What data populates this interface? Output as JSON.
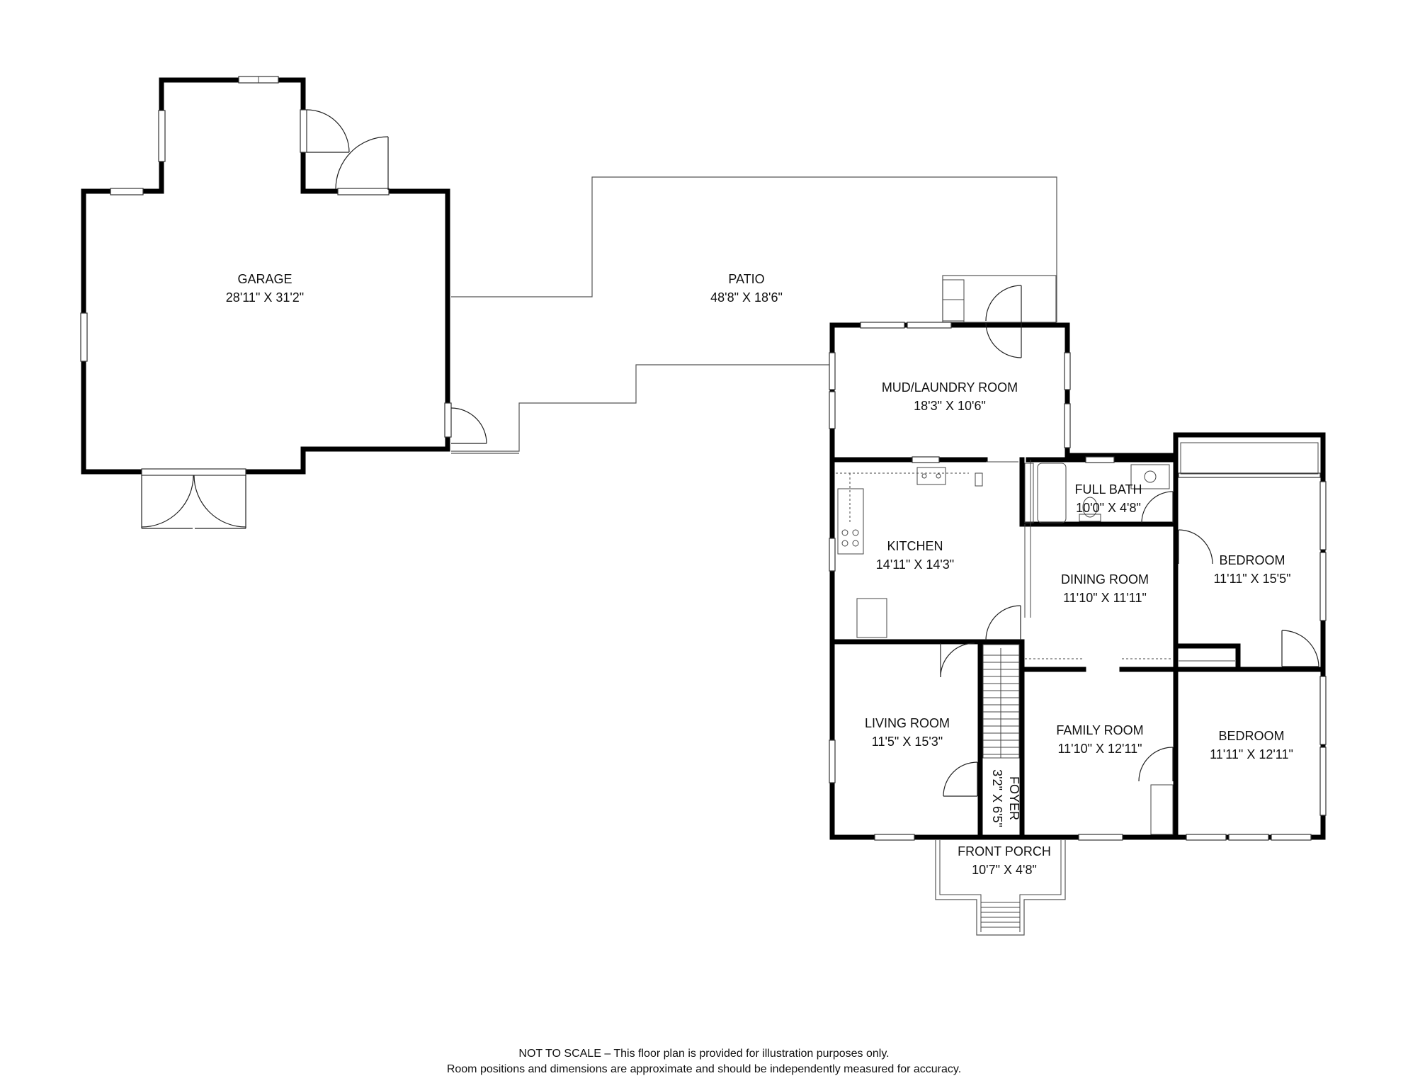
{
  "rooms": {
    "garage": {
      "name": "GARAGE",
      "dims": "28'11\" X 31'2\""
    },
    "patio": {
      "name": "PATIO",
      "dims": "48'8\" X 18'6\""
    },
    "mud_laundry": {
      "name": "MUD/LAUNDRY ROOM",
      "dims": "18'3\" X 10'6\""
    },
    "kitchen": {
      "name": "KITCHEN",
      "dims": "14'11\" X 14'3\""
    },
    "full_bath": {
      "name": "FULL BATH",
      "dims": "10'0\" X 4'8\""
    },
    "dining_room": {
      "name": "DINING ROOM",
      "dims": "11'10\" X 11'11\""
    },
    "bedroom_1": {
      "name": "BEDROOM",
      "dims": "11'11\" X 15'5\""
    },
    "living_room": {
      "name": "LIVING ROOM",
      "dims": "11'5\" X 15'3\""
    },
    "family_room": {
      "name": "FAMILY ROOM",
      "dims": "11'10\" X 12'11\""
    },
    "bedroom_2": {
      "name": "BEDROOM",
      "dims": "11'11\" X 12'11\""
    },
    "foyer": {
      "name": "FOYER",
      "dims": "3'2\" X 6'5\""
    },
    "front_porch": {
      "name": "FRONT PORCH",
      "dims": "10'7\" X 4'8\""
    }
  },
  "disclaimer": {
    "line1": "NOT TO SCALE – This floor plan is provided for illustration purposes only.",
    "line2": "Room positions and dimensions are approximate and should be independently measured for accuracy."
  }
}
